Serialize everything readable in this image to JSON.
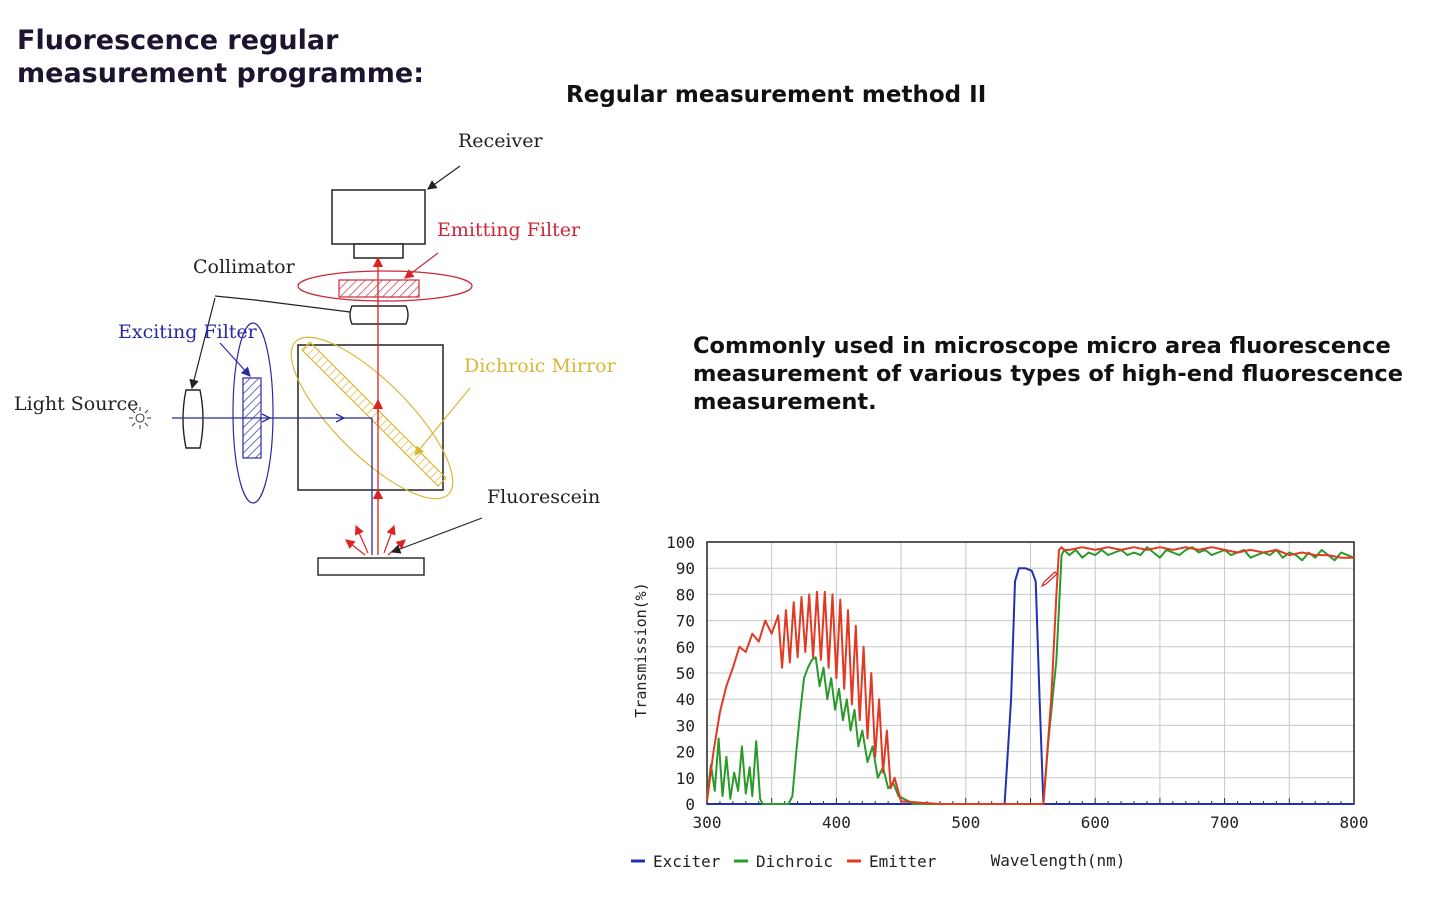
{
  "page_title": "Fluorescence regular measurement programme:",
  "method_title": "Regular measurement method II",
  "description": "Commonly used in microscope micro area fluorescence measurement of various types of high-end fluorescence measurement.",
  "diagram": {
    "labels": {
      "receiver": "Receiver",
      "emitting_filter": "Emitting Filter",
      "collimator": "Collimator",
      "exciting_filter": "Exciting Filter",
      "dichroic_mirror": "Dichroic Mirror",
      "light_source": "Light Source",
      "fluorescein": "Fluorescein"
    },
    "colors": {
      "emitting": "#c8283a",
      "exciting": "#2a2aa0",
      "dichroic": "#d8b838",
      "line": "#222222"
    }
  },
  "chart_data": {
    "type": "line",
    "xlabel": "Wavelength(nm)",
    "ylabel": "Transmission(%)",
    "xlim": [
      300,
      800
    ],
    "ylim": [
      0,
      100
    ],
    "x_ticks": [
      300,
      400,
      500,
      600,
      700,
      800
    ],
    "y_ticks": [
      0,
      10,
      20,
      30,
      40,
      50,
      60,
      70,
      80,
      90,
      100
    ],
    "grid": true,
    "legend_position": "bottom-left",
    "series": [
      {
        "name": "Exciter",
        "color": "#2030b0",
        "x": [
          300,
          530,
          535,
          538,
          541,
          546,
          551,
          554,
          557,
          560,
          800
        ],
        "y": [
          0,
          0,
          40,
          85,
          90,
          90,
          89,
          85,
          40,
          0,
          0
        ]
      },
      {
        "name": "Dichroic",
        "color": "#2a9a2a",
        "x": [
          300,
          303,
          306,
          309,
          312,
          315,
          318,
          321,
          324,
          327,
          330,
          333,
          335,
          338,
          341,
          343,
          346,
          349,
          352,
          354,
          357,
          360,
          363,
          366,
          369,
          372,
          375,
          378,
          381,
          384,
          387,
          390,
          393,
          396,
          399,
          402,
          405,
          408,
          411,
          414,
          417,
          420,
          424,
          428,
          432,
          436,
          440,
          444,
          448,
          452,
          456,
          460,
          470,
          500,
          540,
          560,
          564,
          567,
          570,
          574,
          576,
          578,
          580,
          585,
          590,
          595,
          600,
          605,
          610,
          615,
          620,
          625,
          630,
          635,
          640,
          645,
          650,
          655,
          660,
          665,
          670,
          675,
          680,
          685,
          690,
          695,
          700,
          705,
          710,
          715,
          720,
          725,
          730,
          735,
          740,
          745,
          750,
          755,
          760,
          765,
          770,
          775,
          780,
          785,
          790,
          795,
          800
        ],
        "y": [
          2,
          15,
          5,
          25,
          3,
          18,
          2,
          12,
          5,
          22,
          4,
          14,
          3,
          24,
          2,
          0,
          0,
          0,
          0,
          0,
          0,
          0,
          0,
          3,
          20,
          35,
          48,
          52,
          55,
          56,
          45,
          52,
          40,
          48,
          36,
          44,
          32,
          40,
          28,
          36,
          22,
          28,
          16,
          22,
          10,
          14,
          6,
          8,
          3,
          2,
          1,
          0,
          0,
          0,
          0,
          0,
          25,
          40,
          55,
          95,
          97,
          96,
          95,
          97,
          94,
          96,
          95,
          97,
          95,
          96,
          97,
          95,
          96,
          95,
          98,
          96,
          94,
          97,
          96,
          95,
          97,
          98,
          96,
          97,
          95,
          96,
          97,
          95,
          96,
          97,
          94,
          95,
          96,
          95,
          97,
          94,
          96,
          95,
          93,
          96,
          94,
          97,
          95,
          93,
          96,
          95,
          94
        ]
      },
      {
        "name": "Emitter",
        "color": "#e03a25",
        "x": [
          300,
          305,
          310,
          315,
          320,
          325,
          330,
          335,
          340,
          345,
          350,
          355,
          358,
          361,
          364,
          367,
          370,
          373,
          376,
          379,
          382,
          385,
          388,
          391,
          394,
          397,
          400,
          403,
          406,
          409,
          412,
          415,
          418,
          421,
          424,
          427,
          430,
          433,
          436,
          439,
          442,
          445,
          450,
          480,
          520,
          560,
          566,
          570,
          572,
          574,
          576,
          580,
          590,
          600,
          610,
          620,
          630,
          640,
          650,
          660,
          670,
          680,
          690,
          700,
          710,
          720,
          730,
          740,
          750,
          760,
          770,
          780,
          790,
          800
        ],
        "y": [
          1,
          20,
          35,
          45,
          52,
          60,
          58,
          65,
          62,
          70,
          65,
          72,
          52,
          74,
          54,
          77,
          56,
          79,
          58,
          80,
          56,
          81,
          55,
          81,
          52,
          80,
          48,
          78,
          44,
          74,
          38,
          68,
          32,
          60,
          25,
          50,
          18,
          40,
          12,
          28,
          6,
          10,
          1,
          0,
          0,
          0,
          40,
          80,
          97,
          98,
          97,
          97,
          98,
          97,
          98,
          97,
          98,
          97,
          98,
          97,
          98,
          97,
          98,
          97,
          96,
          97,
          96,
          97,
          95,
          96,
          95,
          95,
          94,
          94
        ]
      }
    ]
  }
}
